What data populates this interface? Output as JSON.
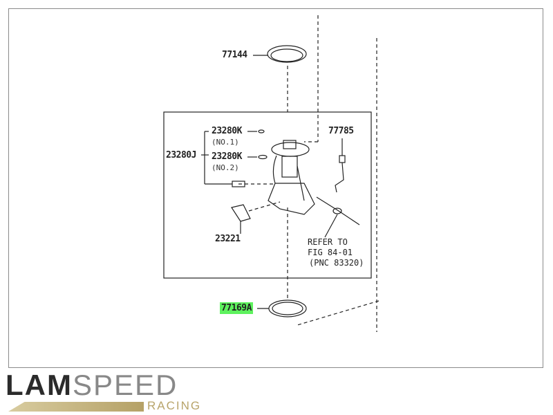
{
  "diagram": {
    "parts": [
      {
        "number": "77144"
      },
      {
        "number": "23280K",
        "note": "(NO.1)"
      },
      {
        "number": "23280J"
      },
      {
        "number": "23280K",
        "note": "(NO.2)"
      },
      {
        "number": "77785"
      },
      {
        "number": "23221"
      },
      {
        "number": "77169A",
        "highlighted": true
      }
    ],
    "reference": [
      "REFER TO",
      "FIG 84-01",
      "(PNC 83320)"
    ],
    "highlight_color": "#5ef25e"
  },
  "logo": {
    "text_bold": "LAM",
    "text_light": "SPEED",
    "sub": "RACING"
  }
}
